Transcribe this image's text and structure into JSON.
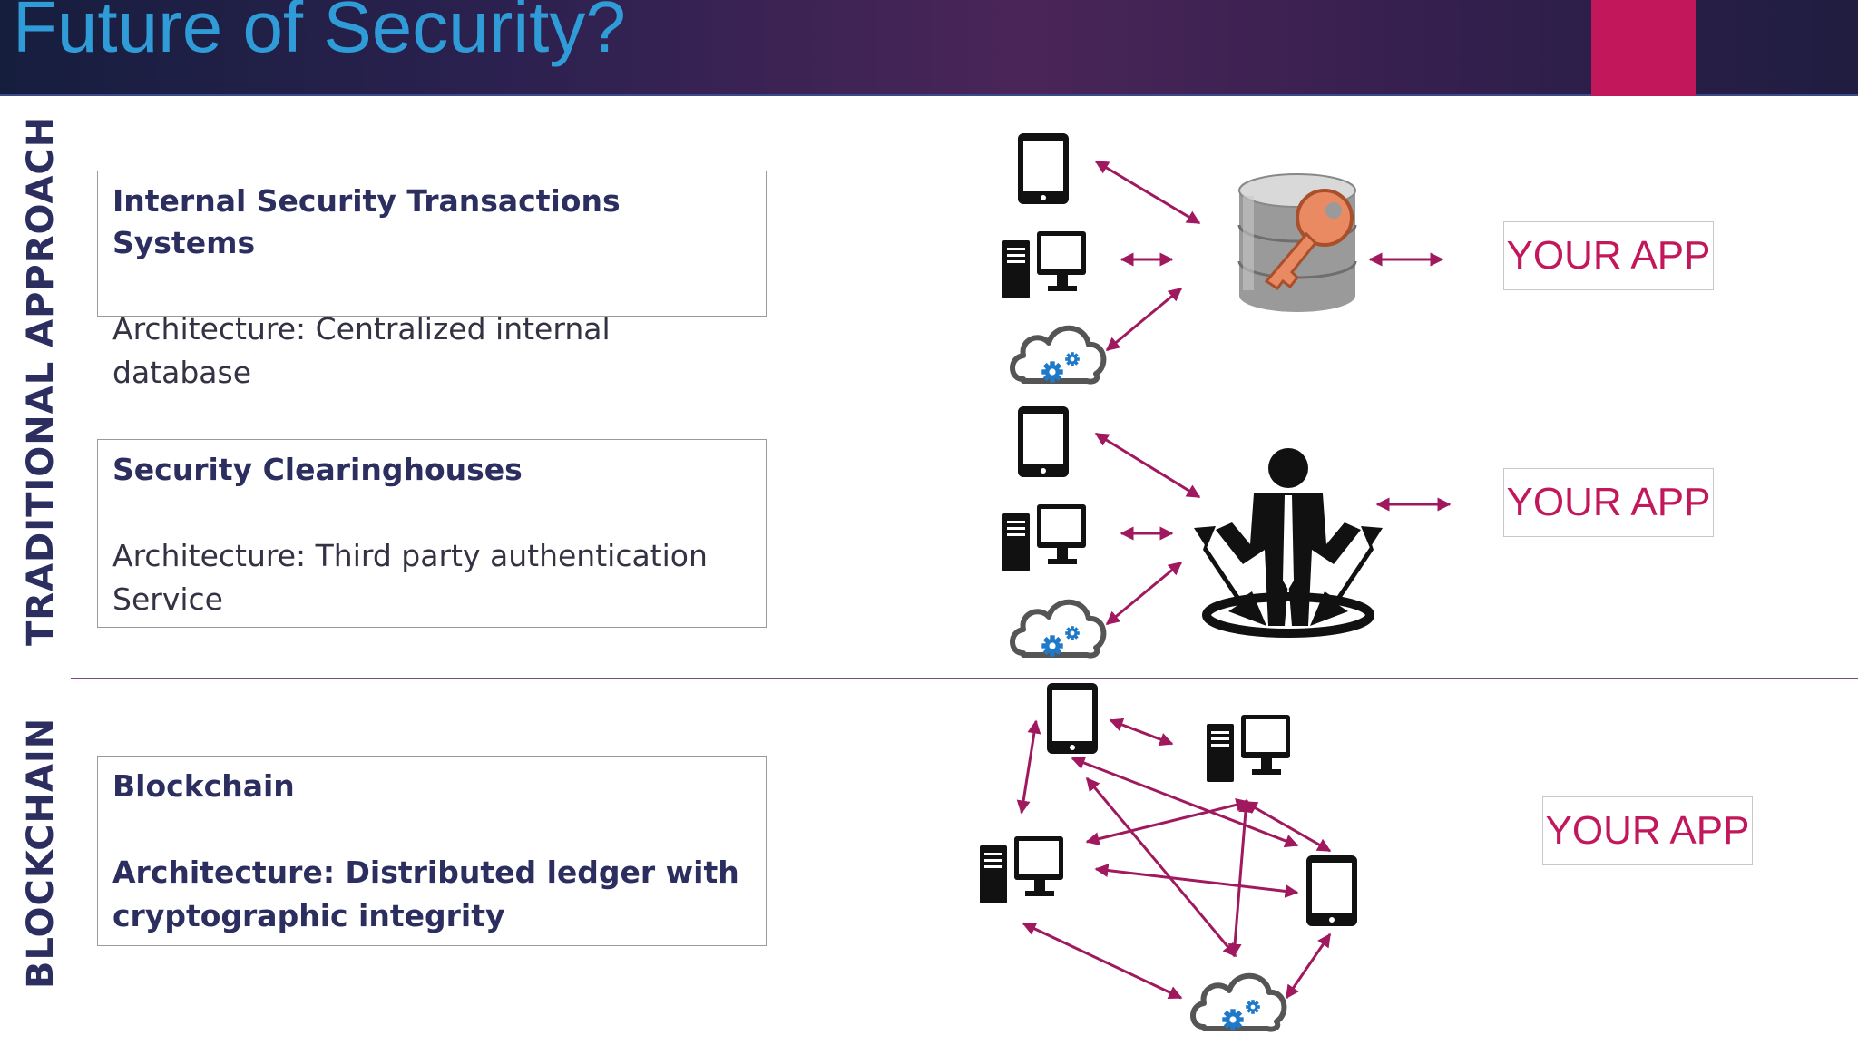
{
  "header": {
    "title": "Future of Security?"
  },
  "sections": {
    "traditional_label": "TRADITIONAL APPROACH",
    "blockchain_label": "BLOCKCHAIN"
  },
  "boxes": [
    {
      "title": "Internal Security Transactions Systems",
      "architecture": "Architecture: Centralized internal database"
    },
    {
      "title": "Security Clearinghouses",
      "architecture": "Architecture: Third party authentication Service"
    },
    {
      "title": "Blockchain",
      "architecture": "Architecture: Distributed ledger with cryptographic integrity"
    }
  ],
  "app_label": "YOUR APP",
  "colors": {
    "accent": "#c2185b",
    "title": "#2f9cd8",
    "arrow": "#a0195e",
    "text": "#2b2e5e"
  },
  "icons": [
    "tablet-icon",
    "desktop-computer-icon",
    "cloud-gear-icon",
    "database-key-icon",
    "clearinghouse-person-icon"
  ]
}
